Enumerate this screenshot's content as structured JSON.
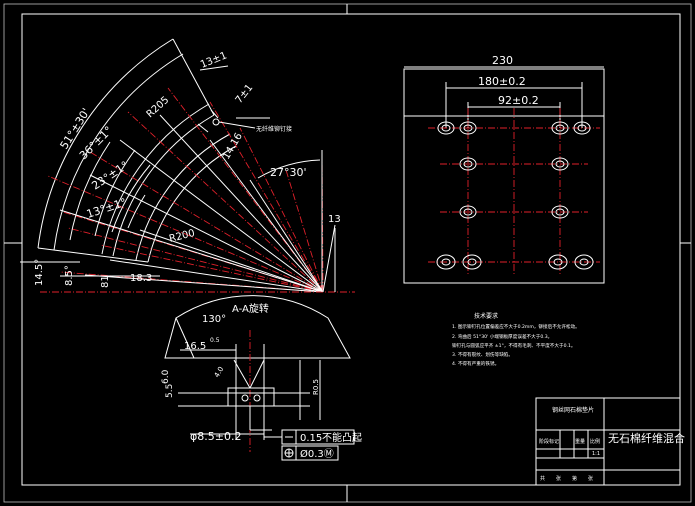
{
  "drawing": {
    "elbow": {
      "angle_outer": "51°±30'",
      "angle_2": "36°±1°",
      "angle_3": "23°±1°",
      "angle_4": "13°±1°",
      "angle_5": "27°30'",
      "dim_13pm1": "13±1",
      "dim_r205": "R205",
      "dim_7pm1": "7±1",
      "dim_14_16": "14.16",
      "dim_r200": "R200",
      "dim_14_5": "14.5°",
      "dim_8_5": "8.5°",
      "dim_18_3": "18.3",
      "dim_81": "81",
      "dim_13": "13",
      "note_small": "无纤维铆钉接"
    },
    "section": {
      "title": "A-A旋转",
      "angle_130": "130°",
      "dim_16_5": "16.5",
      "sup_0_5": "0.5",
      "dim_5_5": "5.5",
      "dim_6_0": "6.0",
      "dim_diameter": "φ8.5±0.2",
      "tol_flat": "0.15",
      "tol_flat_note": "不能凸起",
      "tol_pos": "Ø0.3Ⓜ",
      "dim_small_1": "4.0",
      "dim_small_2": "R0.5"
    },
    "plate": {
      "dim_230": "230",
      "dim_180": "180±0.2",
      "dim_92": "92±0.2"
    },
    "notes": {
      "title": "技术要求",
      "lines": [
        "1. 图示铆钉孔位置偏差应不大于0.2mm，铆接后不允许松动。",
        "2. 弯曲后 51°30' 小端钢板厚度误差不大于0.3。",
        "   铆钉孔与圆弧应平齐 ±1°，不得有毛刺、不平度不大于0.1。",
        "3. 不得有裂纹、划伤等缺陷。",
        "4. 不得有严重的铁锈。"
      ]
    },
    "title_block": {
      "part_name": "钢丝网石棉垫片",
      "material": "无石棉纤维混合",
      "headers": [
        "阶段标记",
        "重量",
        "比例"
      ],
      "scale": "1:1",
      "bottom": [
        "共",
        "张",
        "第",
        "张"
      ]
    }
  }
}
